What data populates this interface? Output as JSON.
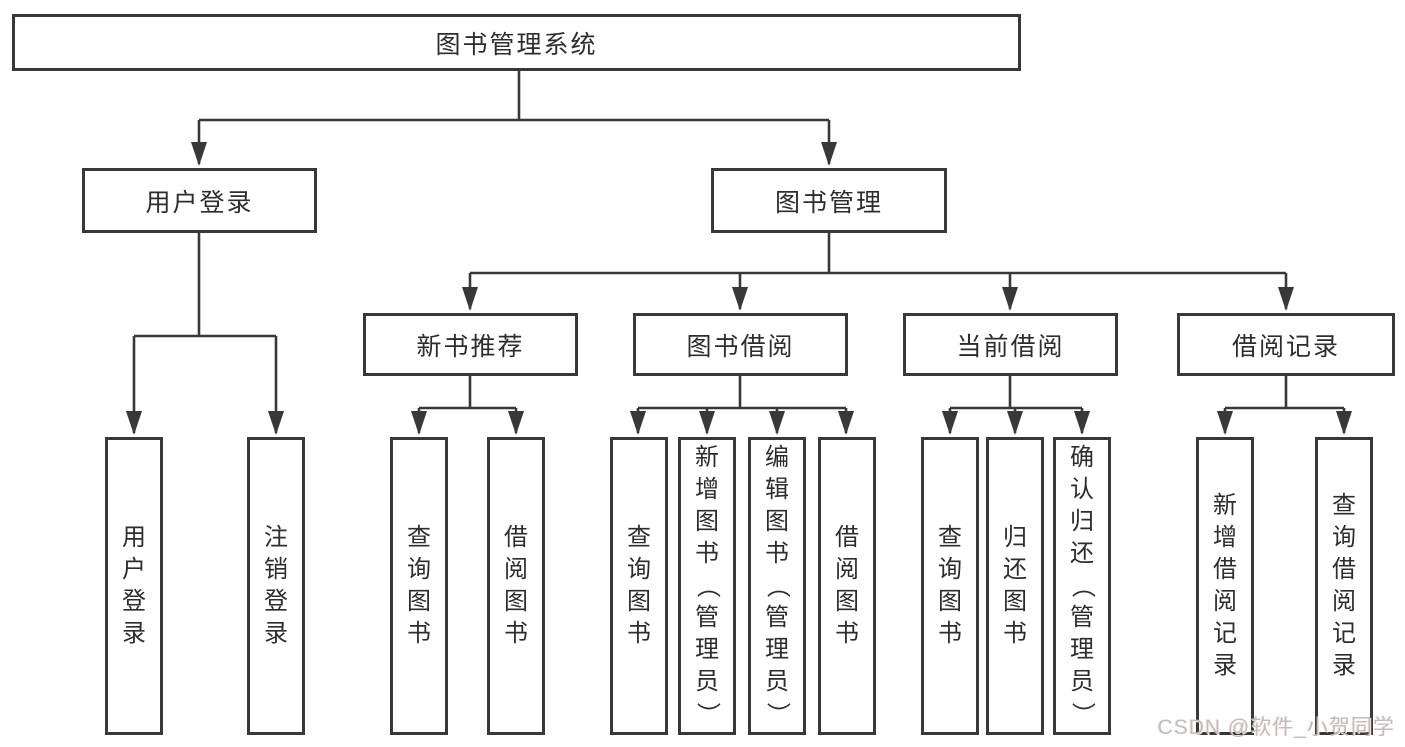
{
  "root_label": "图书管理系统",
  "level2": [
    "用户登录",
    "图书管理"
  ],
  "level3": [
    "新书推荐",
    "图书借阅",
    "当前借阅",
    "借阅记录"
  ],
  "leaves": {
    "user_login": [
      "用户登录",
      "注销登录"
    ],
    "new_books": [
      "查询图书",
      "借阅图书"
    ],
    "book_borrow": [
      "查询图书",
      "新增图书（管理员）",
      "编辑图书（管理员）",
      "借阅图书"
    ],
    "current_borrow": [
      "查询图书",
      "归还图书",
      "确认归还（管理员）"
    ],
    "borrow_records": [
      "新增借阅记录",
      "查询借阅记录"
    ]
  },
  "watermark": "CSDN @软件_小贺同学",
  "colors": {
    "line": "#383838",
    "text": "#2d2d2d",
    "node_bg": "#ffffff",
    "background": "#ffffff",
    "watermark": "#c3bcbc"
  }
}
